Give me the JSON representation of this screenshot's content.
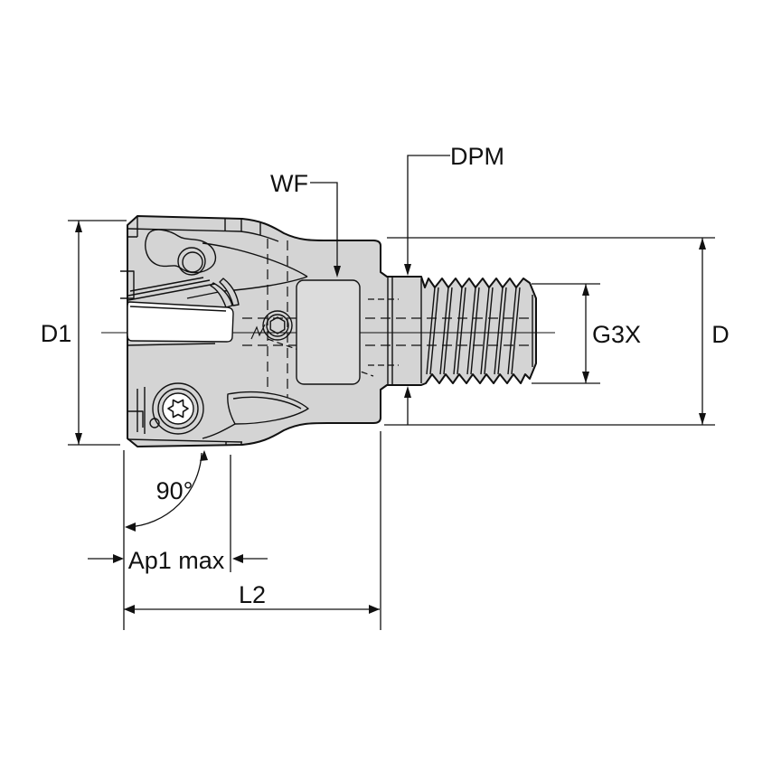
{
  "diagram": {
    "type": "engineering-drawing",
    "labels": {
      "wf": "WF",
      "dpm": "DPM",
      "d1": "D1",
      "g3x": "G3X",
      "d": "D",
      "angle": "90°",
      "ap1_max": "Ap1 max",
      "l2": "L2"
    },
    "colors": {
      "line": "#111111",
      "fill_body": "#d4d4d4",
      "fill_flat": "#dcdcdc",
      "fill_insert": "#ffffff",
      "background": "#ffffff"
    }
  }
}
